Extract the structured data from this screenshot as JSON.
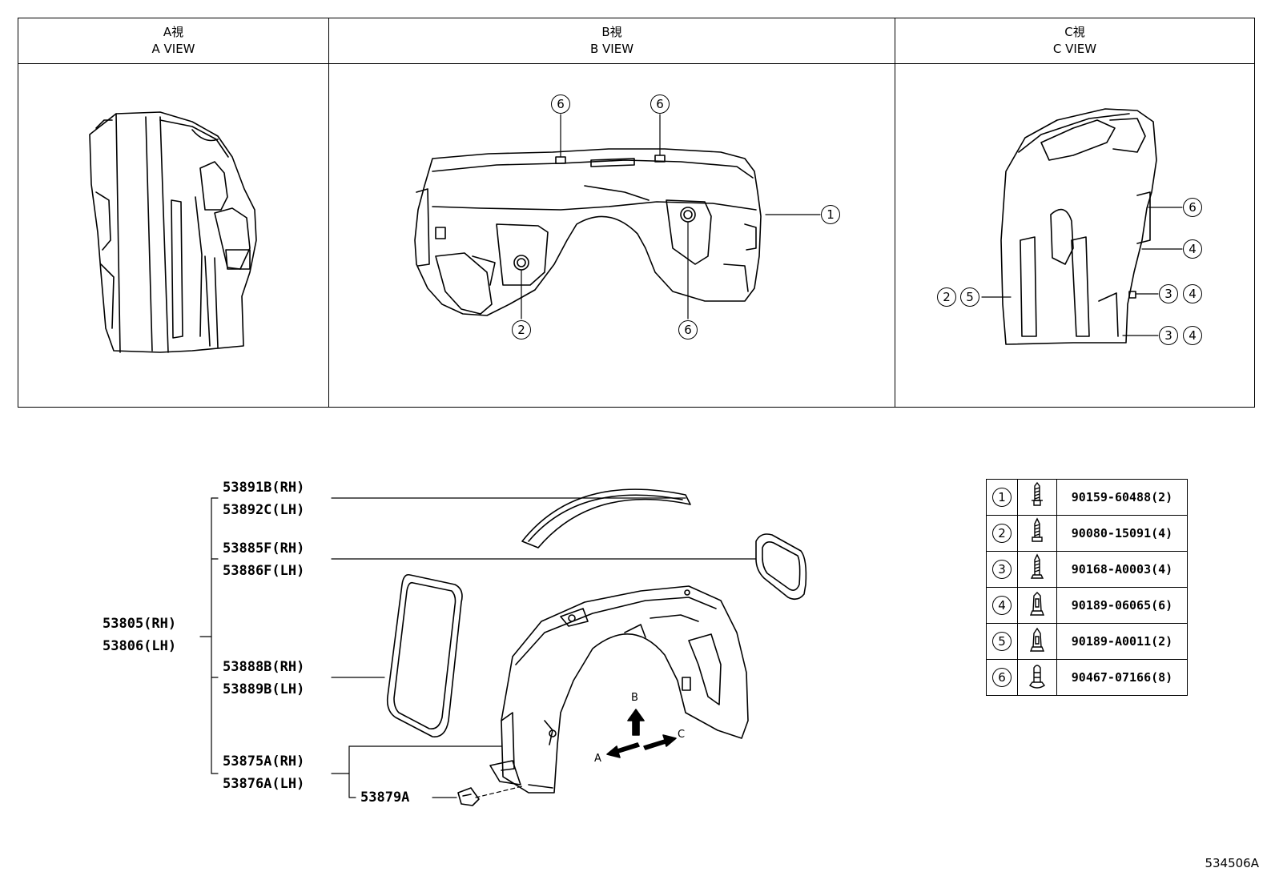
{
  "views": [
    {
      "title_jp": "A視",
      "title_en": "A VIEW"
    },
    {
      "title_jp": "B視",
      "title_en": "B VIEW"
    },
    {
      "title_jp": "C視",
      "title_en": "C VIEW"
    }
  ],
  "b_view_callouts": [
    "6",
    "6",
    "1",
    "2",
    "6"
  ],
  "c_view_callouts": [
    "6",
    "4",
    "2",
    "5",
    "3",
    "4",
    "3",
    "4"
  ],
  "assembly": {
    "main": [
      "53805(RH)",
      "53806(LH)"
    ],
    "groups": [
      [
        "53891B(RH)",
        "53892C(LH)"
      ],
      [
        "53885F(RH)",
        "53886F(LH)"
      ],
      [
        "53888B(RH)",
        "53889B(LH)"
      ],
      [
        "53875A(RH)",
        "53876A(LH)"
      ]
    ],
    "sub_part": "53879A",
    "directions": [
      "A",
      "B",
      "C"
    ]
  },
  "fasteners": [
    {
      "ref": "1",
      "icon": "bolt-icon",
      "part": "90159-60488(2)"
    },
    {
      "ref": "2",
      "icon": "screw-icon",
      "part": "90080-15091(4)"
    },
    {
      "ref": "3",
      "icon": "screw-icon",
      "part": "90168-A0003(4)"
    },
    {
      "ref": "4",
      "icon": "clip-icon",
      "part": "90189-06065(6)"
    },
    {
      "ref": "5",
      "icon": "clip-icon",
      "part": "90189-A0011(2)"
    },
    {
      "ref": "6",
      "icon": "bolt-icon",
      "part": "90467-07166(8)"
    }
  ],
  "figure_code": "534506A"
}
